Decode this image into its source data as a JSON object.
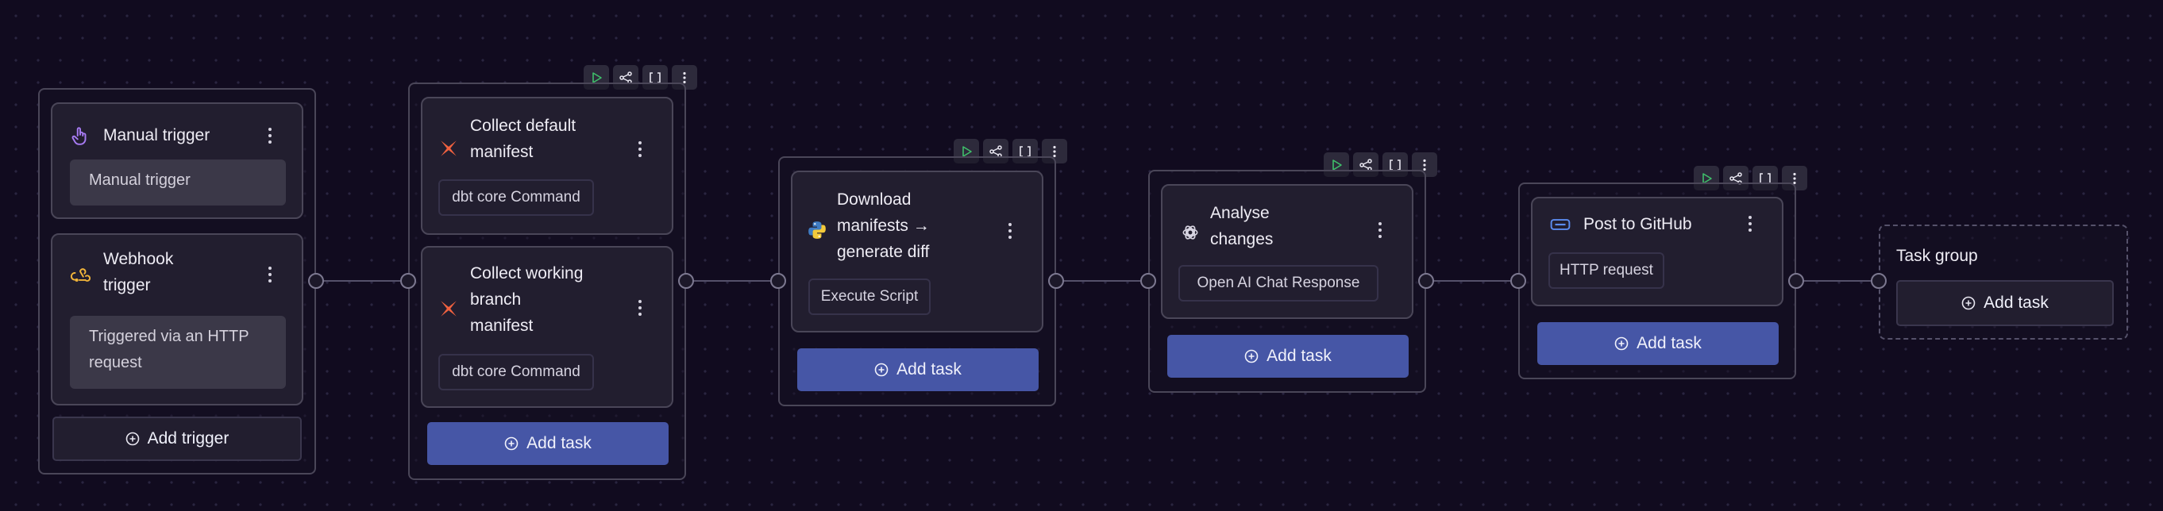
{
  "triggers": {
    "manual": {
      "title": "Manual trigger",
      "value": "Manual trigger"
    },
    "webhook": {
      "title_line1": "Webhook",
      "title_line2": "trigger",
      "value_line1": "Triggered via an HTTP",
      "value_line2": "request"
    },
    "add_label": "Add trigger"
  },
  "groups": {
    "collect": {
      "tasks": [
        {
          "title_line1": "Collect default",
          "title_line2": "manifest",
          "type": "dbt core Command"
        },
        {
          "title_line1": "Collect working",
          "title_line2": "branch",
          "title_line3": "manifest",
          "type": "dbt core Command"
        }
      ],
      "add_label": "Add task"
    },
    "download": {
      "task": {
        "title_line1": "Download",
        "title_line2": "manifests →",
        "title_line3": "generate diff",
        "type": "Execute Script"
      },
      "add_label": "Add task"
    },
    "analyse": {
      "task": {
        "title_line1": "Analyse",
        "title_line2": "changes",
        "type": "Open AI Chat Response"
      },
      "add_label": "Add task"
    },
    "post": {
      "task": {
        "title": "Post to GitHub",
        "type": "HTTP request"
      },
      "add_label": "Add task"
    },
    "empty": {
      "label": "Task group",
      "add_label": "Add task"
    }
  },
  "toolbar_icons": [
    "play-icon",
    "share-icon",
    "brackets-icon",
    "more-icon"
  ],
  "colors": {
    "accent": "#4656a6",
    "play": "#3fbf6a",
    "dbt": "#f0613f",
    "manual_icon": "#a77bf3",
    "webhook_icon": "#f2b53a"
  }
}
